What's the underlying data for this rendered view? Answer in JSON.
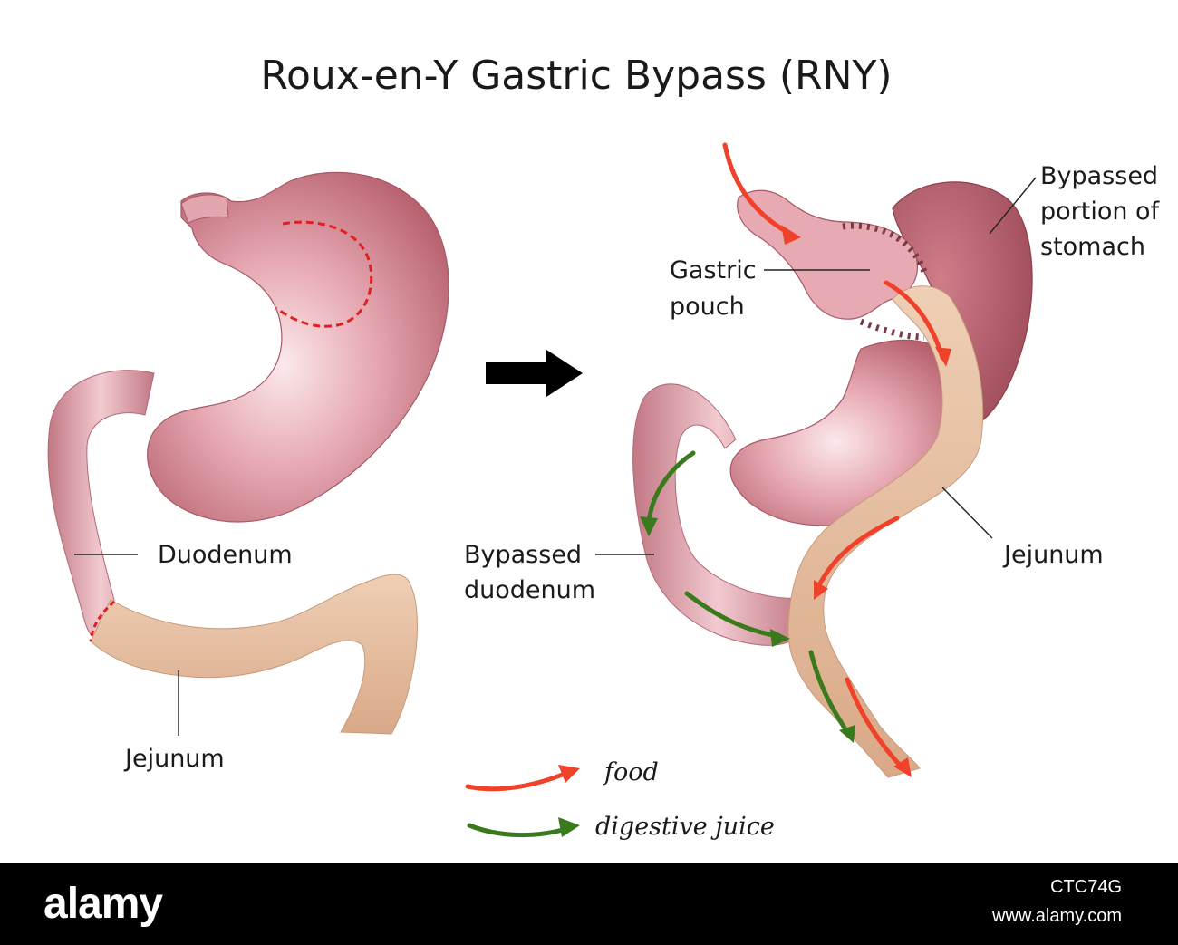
{
  "title": "Roux-en-Y Gastric Bypass (RNY)",
  "labels": {
    "left_duodenum": "Duodenum",
    "left_jejunum": "Jejunum",
    "gastric_pouch_line1": "Gastric",
    "gastric_pouch_line2": "pouch",
    "bypassed_stomach_line1": "Bypassed",
    "bypassed_stomach_line2": "portion of",
    "bypassed_stomach_line3": "stomach",
    "bypassed_duodenum_line1": "Bypassed",
    "bypassed_duodenum_line2": "duodenum",
    "right_jejunum": "Jejunum"
  },
  "legend": [
    {
      "label": "food",
      "color": "#f0412a"
    },
    {
      "label": "digestive juice",
      "color": "#3a7a1c"
    }
  ],
  "colors": {
    "stomach": "#d98a95",
    "jejunum": "#e8c2a4",
    "food_arrow": "#f0412a",
    "juice_arrow": "#3a7a1c",
    "cut_line": "#e02020"
  },
  "footer": {
    "watermark": "alamy",
    "image_id": "CTC74G",
    "url": "www.alamy.com"
  }
}
